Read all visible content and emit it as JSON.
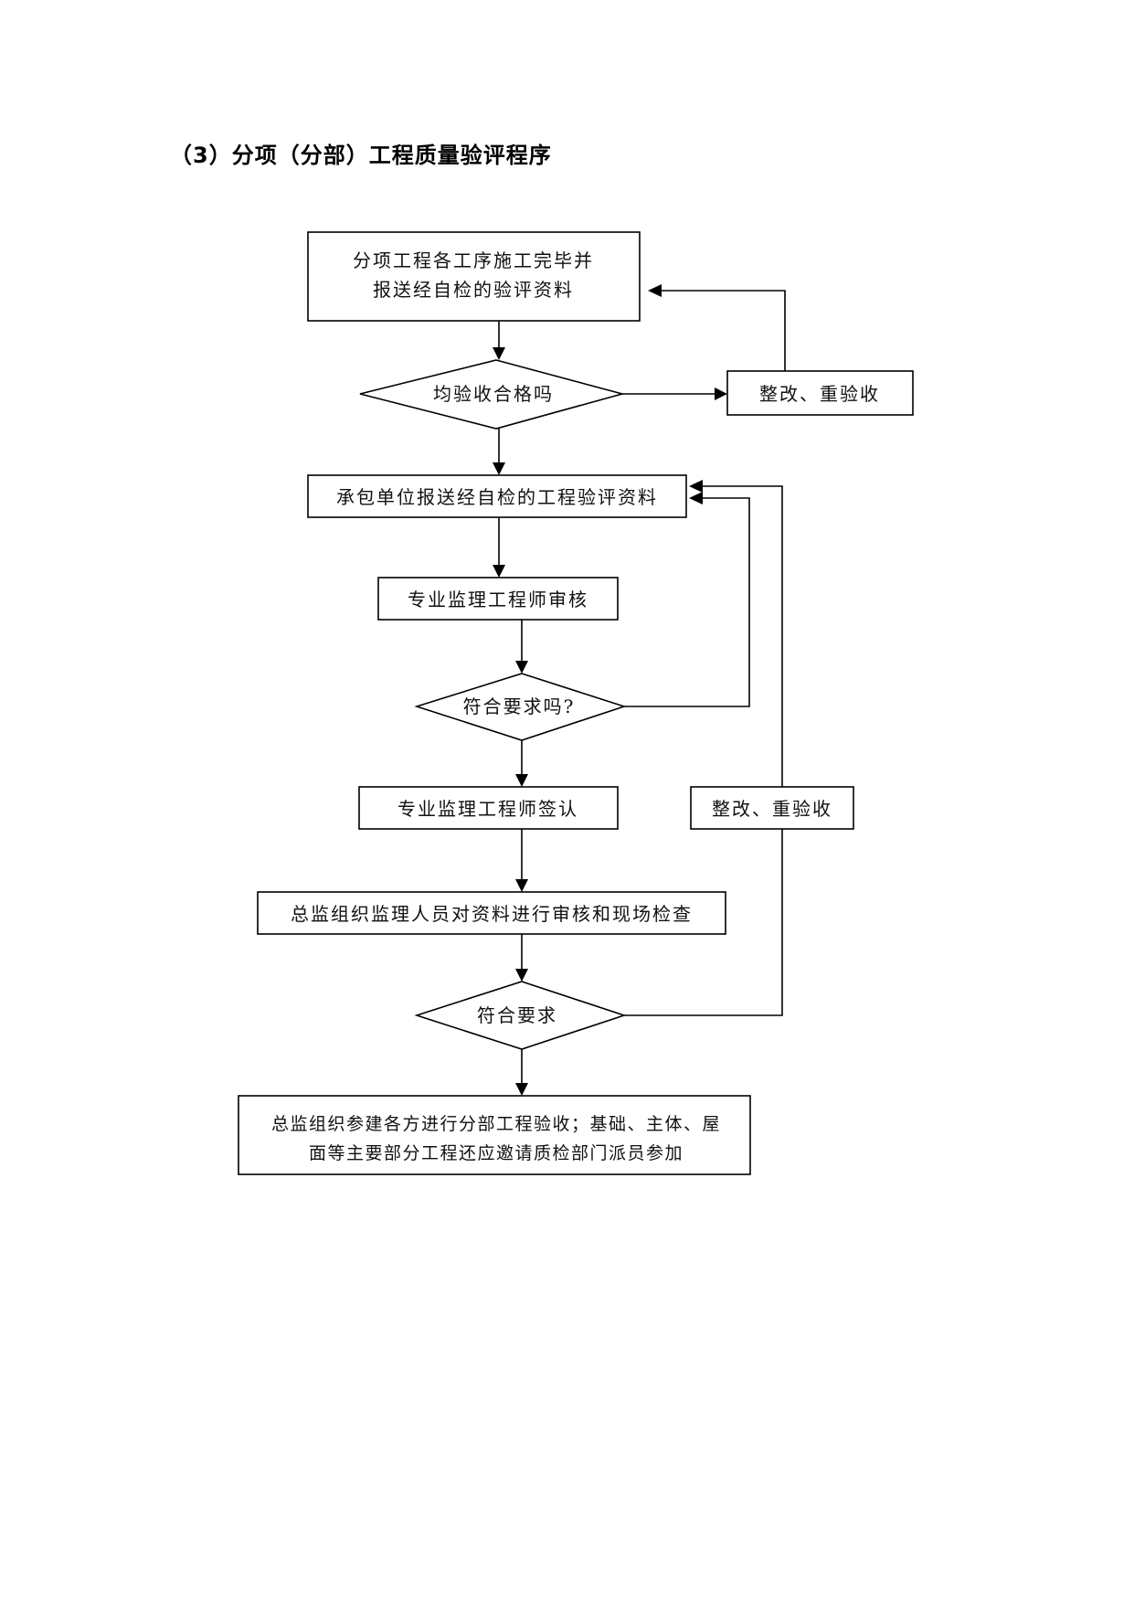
{
  "document": {
    "title": "（3）分项（分部）工程质量验评程序"
  },
  "flowchart": {
    "nodes": {
      "submit_self_check": {
        "line1": "分项工程各工序施工完毕并",
        "line2": "报送经自检的验评资料"
      },
      "all_accepted_q": "均验收合格吗",
      "rectify_1": "整改、重验收",
      "contractor_submit": "承包单位报送经自检的工程验评资料",
      "engineer_review": "专业监理工程师审核",
      "meets_requirements_q1": "符合要求吗?",
      "engineer_sign": "专业监理工程师签认",
      "rectify_2": "整改、重验收",
      "chief_inspect": "总监组织监理人员对资料进行审核和现场检查",
      "meets_requirements_q2": "符合要求",
      "chief_acceptance": {
        "line1": "总监组织参建各方进行分部工程验收；基础、主体、屋",
        "line2": "面等主要部分工程还应邀请质检部门派员参加"
      }
    }
  }
}
